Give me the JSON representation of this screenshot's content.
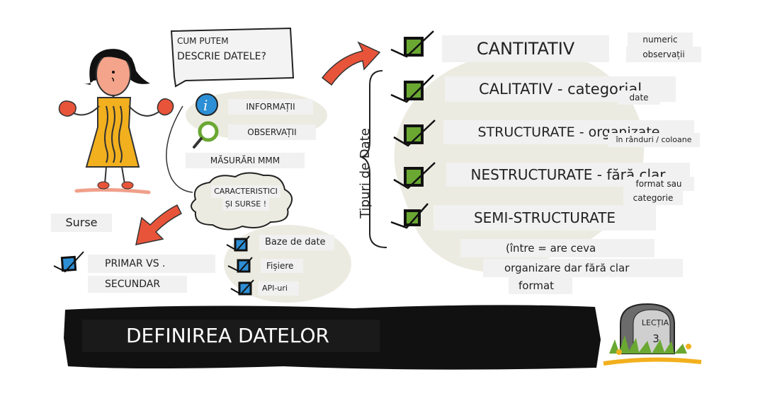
{
  "speech": {
    "line1": "CUM PUTEM",
    "line2": "DESCRIE DATELE?"
  },
  "left_items": [
    {
      "label": "INFORMAȚII",
      "icon": "info-icon"
    },
    {
      "label": "OBSERVAȚII",
      "icon": "magnifier-icon"
    },
    {
      "label": "MĂSURĂRI MMM",
      "icon": ""
    }
  ],
  "cloud": {
    "line1": "CARACTERISTICI",
    "line2": "ȘI SURSE !"
  },
  "sources": {
    "title": "Surse",
    "primary": {
      "line1": "PRIMAR VS .",
      "line2": "SECUNDAR"
    },
    "list": [
      "Baze de date",
      "Fișiere",
      "API-uri"
    ]
  },
  "types": {
    "vertical_title": "Tipuri de Date",
    "items": [
      {
        "label": "CANTITATIV",
        "note": [
          "numeric",
          "observații"
        ]
      },
      {
        "label": "CALITATIV - categorial",
        "note": [
          "date"
        ]
      },
      {
        "label": "STRUCTURATE - organizate",
        "note": [
          "în rânduri / coloane"
        ]
      },
      {
        "label": "NESTRUCTURATE - fără clar",
        "note": [
          "format sau",
          "categorie"
        ]
      },
      {
        "label": "SEMI-STRUCTURATE",
        "note": [
          "(între = are ceva",
          "organizare dar fără clar",
          "format"
        ]
      }
    ]
  },
  "banner": {
    "title": "DEFINIREA DATELOR"
  },
  "lesson": {
    "label": "LECȚIA",
    "number": "3"
  },
  "colors": {
    "accent_red": "#e8543a",
    "dress_yellow": "#f2b01e",
    "checkbox_green": "#6aa832",
    "icon_blue": "#2d8fd5",
    "banner_black": "#111111",
    "blob": "#ecebe1"
  }
}
